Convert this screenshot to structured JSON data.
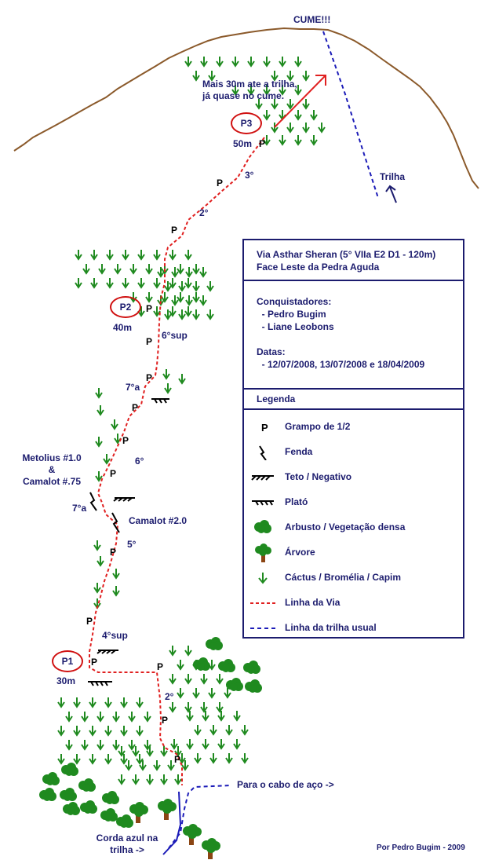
{
  "labels": {
    "summit": "CUME!!!",
    "summit_note": "Mais 30m ate a trilha,\njá quase no cume.",
    "trail": "Trilha",
    "metolius": "Metolius #1.0\n&\nCamalot #.75",
    "camalot2": "Camalot #2.0",
    "to_cable": "Para o cabo de aço ->",
    "blue_rope": "Corda azul na\ntrilha ->",
    "author": "Por Pedro Bugim - 2009"
  },
  "belays": [
    {
      "name": "P3",
      "length": "50m"
    },
    {
      "name": "P2",
      "length": "40m"
    },
    {
      "name": "P1",
      "length": "30m"
    }
  ],
  "grades": [
    "3°",
    "2°",
    "6°sup",
    "7°a",
    "6°",
    "7°a",
    "5°",
    "4°sup",
    "2°"
  ],
  "bolt_symbol": "P",
  "info": {
    "title": "Via Asthar Sheran (5° VIIa E2 D1 - 120m)\nFace Leste da Pedra Aguda",
    "people": "Conquistadores:\n  - Pedro Bugim\n  - Liane Leobons",
    "dates": "Datas:\n  - 12/07/2008, 13/07/2008 e 18/04/2009"
  },
  "legend": {
    "title": "Legenda",
    "items": [
      {
        "icon": "bolt-icon",
        "label": "Grampo de 1/2"
      },
      {
        "icon": "crack-icon",
        "label": "Fenda"
      },
      {
        "icon": "roof-icon",
        "label": "Teto / Negativo"
      },
      {
        "icon": "ledge-icon",
        "label": "Plató"
      },
      {
        "icon": "bush-icon",
        "label": "Arbusto / Vegetação densa"
      },
      {
        "icon": "tree-icon",
        "label": "Árvore"
      },
      {
        "icon": "cactus-icon",
        "label": "Cáctus / Bromélia / Capim"
      },
      {
        "icon": "route-line-icon",
        "label": "Linha da Via"
      },
      {
        "icon": "trail-line-icon",
        "label": "Linha da trilha usual"
      }
    ]
  },
  "colors": {
    "ridge": "#8b5a2b",
    "route": "#e02020",
    "trail": "#1c1cb8",
    "vegetation": "#1f8a1f",
    "text": "#1c1c6e",
    "tree_trunk": "#8b4513"
  }
}
